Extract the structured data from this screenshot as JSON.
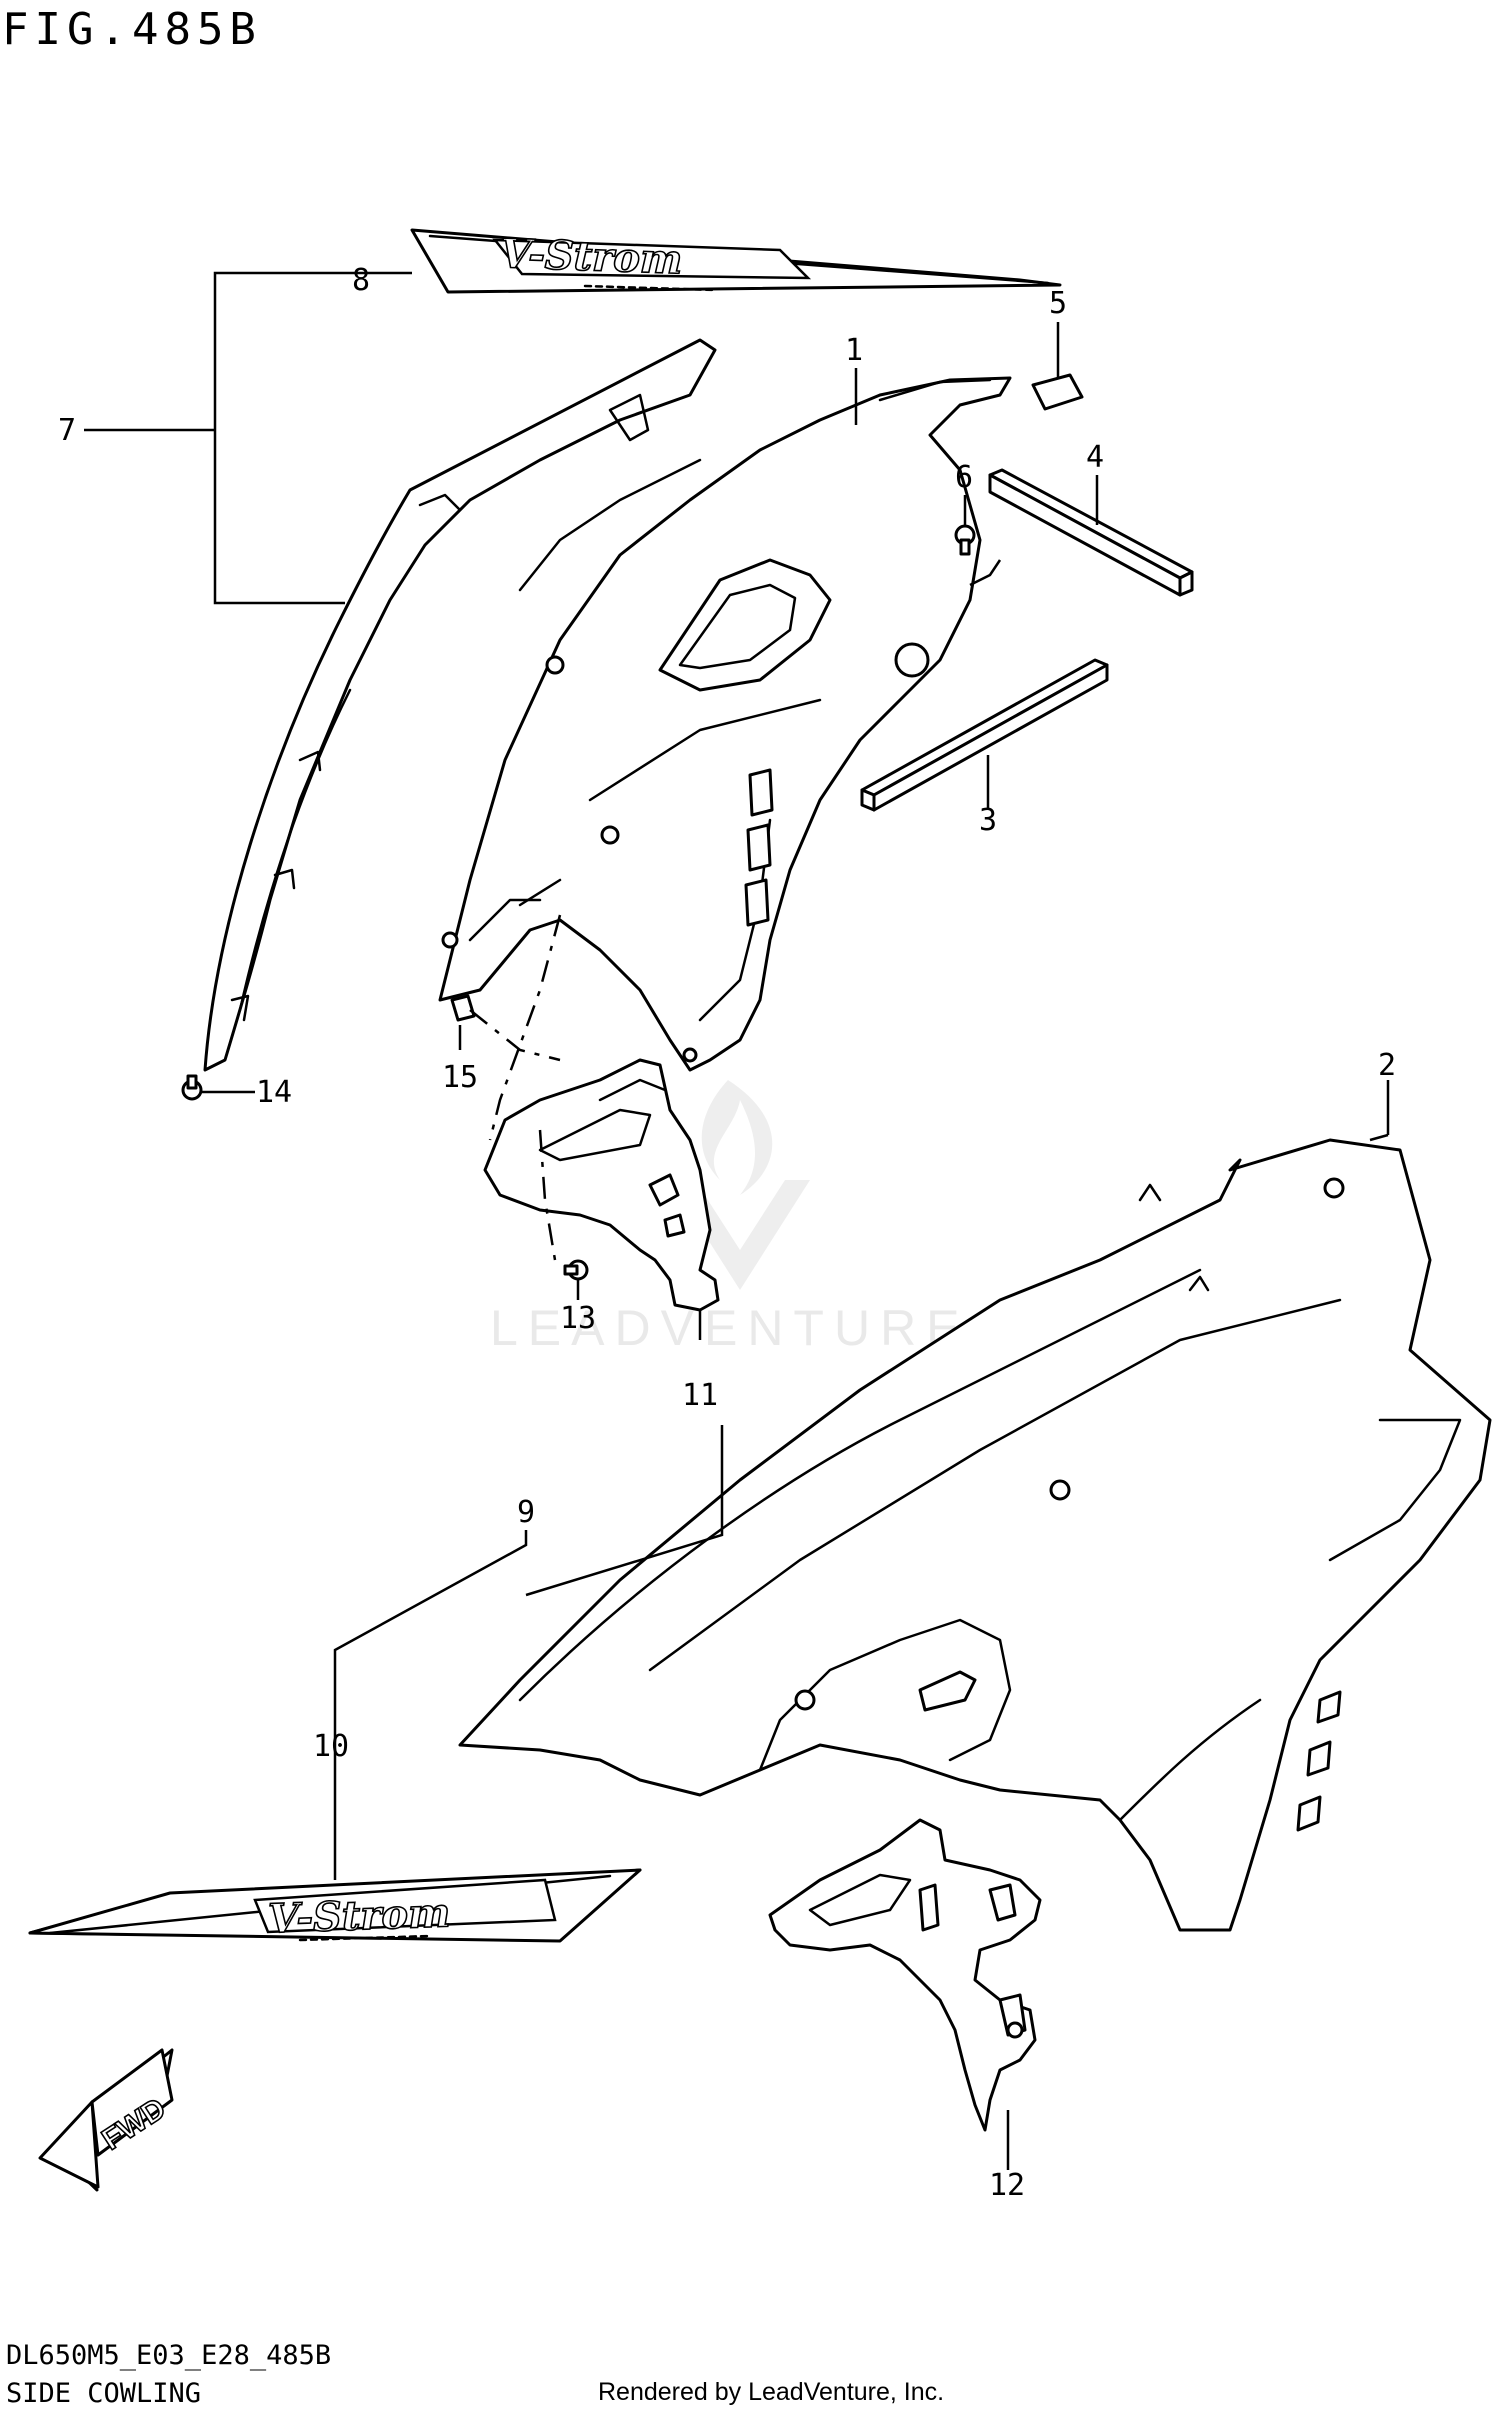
{
  "figure": {
    "title": "FIG.485B",
    "code": "DL650M5_E03_E28_485B",
    "name": "SIDE COWLING",
    "credit": "Rendered by LeadVenture, Inc."
  },
  "watermark": {
    "text": "LEADVENTURE"
  },
  "decals": {
    "logo_text": "V-Strom",
    "fwd_text": "FWD"
  },
  "callouts": [
    "1",
    "2",
    "3",
    "4",
    "5",
    "6",
    "7",
    "8",
    "9",
    "10",
    "11",
    "12",
    "13",
    "14",
    "15"
  ]
}
